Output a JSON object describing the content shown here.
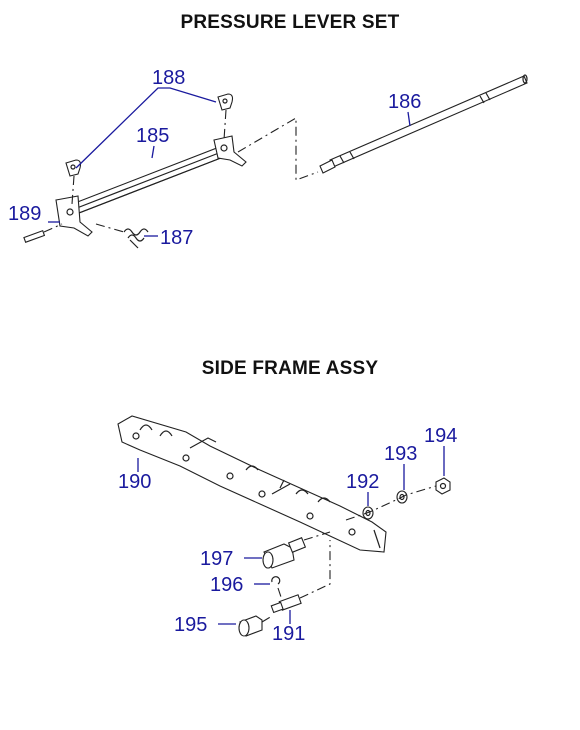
{
  "sections": [
    {
      "title": "PRESSURE LEVER SET"
    },
    {
      "title": "SIDE FRAME ASSY"
    }
  ],
  "callouts": {
    "p185": "185",
    "p186": "186",
    "p187": "187",
    "p188": "188",
    "p189": "189",
    "p190": "190",
    "p191": "191",
    "p192": "192",
    "p193": "193",
    "p194": "194",
    "p195": "195",
    "p196": "196",
    "p197": "197"
  },
  "colors": {
    "callout": "#1a1a9e",
    "line": "#222222",
    "title": "#111111"
  }
}
